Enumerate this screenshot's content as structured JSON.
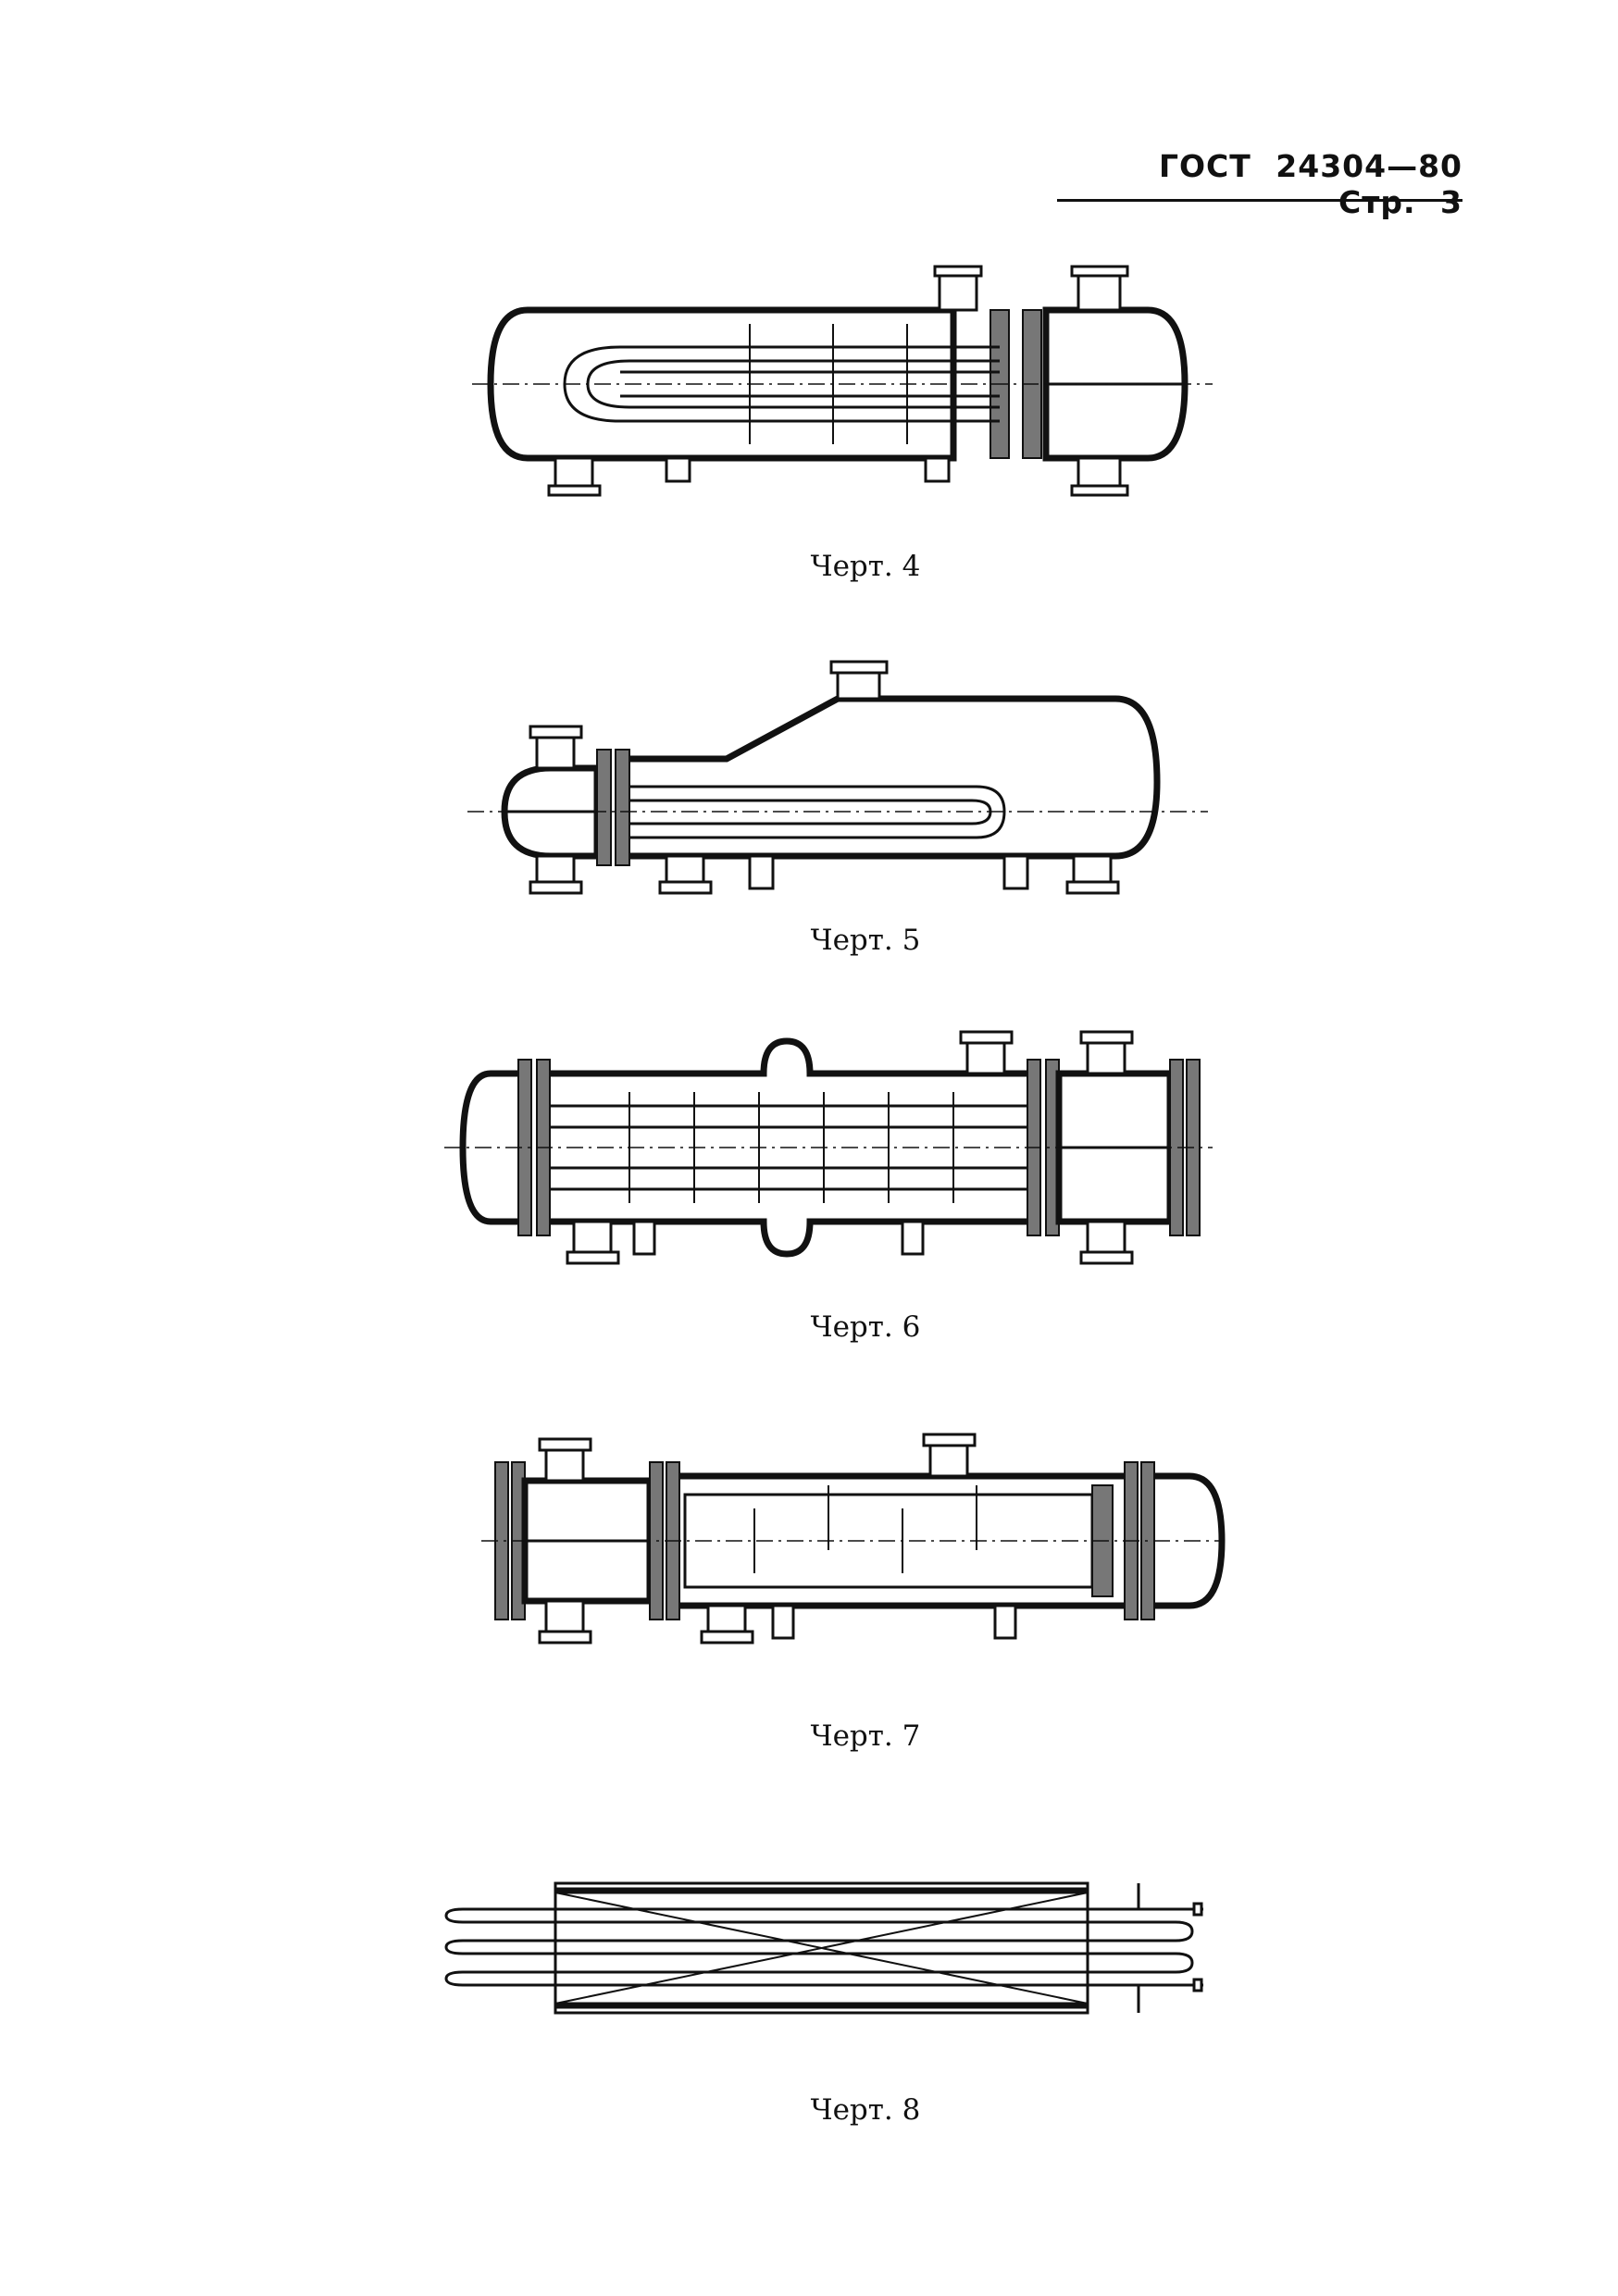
{
  "header": {
    "standard": "ГОСТ",
    "number": "24304—80",
    "page_label": "Стр.",
    "page_number": "3"
  },
  "figures": [
    {
      "caption": "Черт. 4"
    },
    {
      "caption": "Черт. 5"
    },
    {
      "caption": "Черт. 6"
    },
    {
      "caption": "Черт. 7"
    },
    {
      "caption": "Черт. 8"
    }
  ]
}
